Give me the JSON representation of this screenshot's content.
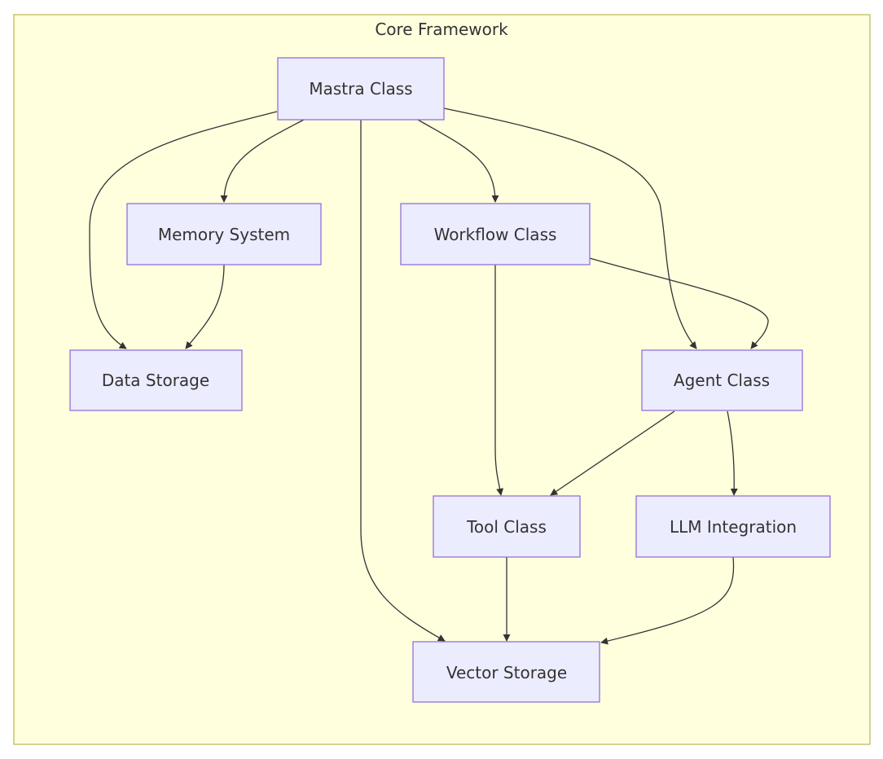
{
  "diagram": {
    "type": "flowchart",
    "colors": {
      "cluster_fill": "#ffffde",
      "cluster_stroke": "#aaaa33",
      "node_fill": "#ececff",
      "node_stroke": "#9370db",
      "edge": "#333333",
      "text": "#333333"
    },
    "cluster": {
      "label": "Core Framework"
    },
    "nodes": {
      "mastra": {
        "label": "Mastra Class"
      },
      "memory": {
        "label": "Memory System"
      },
      "workflow": {
        "label": "Workflow Class"
      },
      "data_storage": {
        "label": "Data Storage"
      },
      "agent": {
        "label": "Agent Class"
      },
      "tool": {
        "label": "Tool Class"
      },
      "llm": {
        "label": "LLM Integration"
      },
      "vector_storage": {
        "label": "Vector Storage"
      }
    },
    "edges": [
      {
        "from": "Mastra Class",
        "to": "Data Storage"
      },
      {
        "from": "Mastra Class",
        "to": "Memory System"
      },
      {
        "from": "Mastra Class",
        "to": "Vector Storage"
      },
      {
        "from": "Mastra Class",
        "to": "Workflow Class"
      },
      {
        "from": "Mastra Class",
        "to": "Agent Class"
      },
      {
        "from": "Memory System",
        "to": "Data Storage"
      },
      {
        "from": "Workflow Class",
        "to": "Tool Class"
      },
      {
        "from": "Workflow Class",
        "to": "Agent Class"
      },
      {
        "from": "Agent Class",
        "to": "Tool Class"
      },
      {
        "from": "Agent Class",
        "to": "LLM Integration"
      },
      {
        "from": "Tool Class",
        "to": "Vector Storage"
      },
      {
        "from": "LLM Integration",
        "to": "Vector Storage"
      }
    ]
  }
}
